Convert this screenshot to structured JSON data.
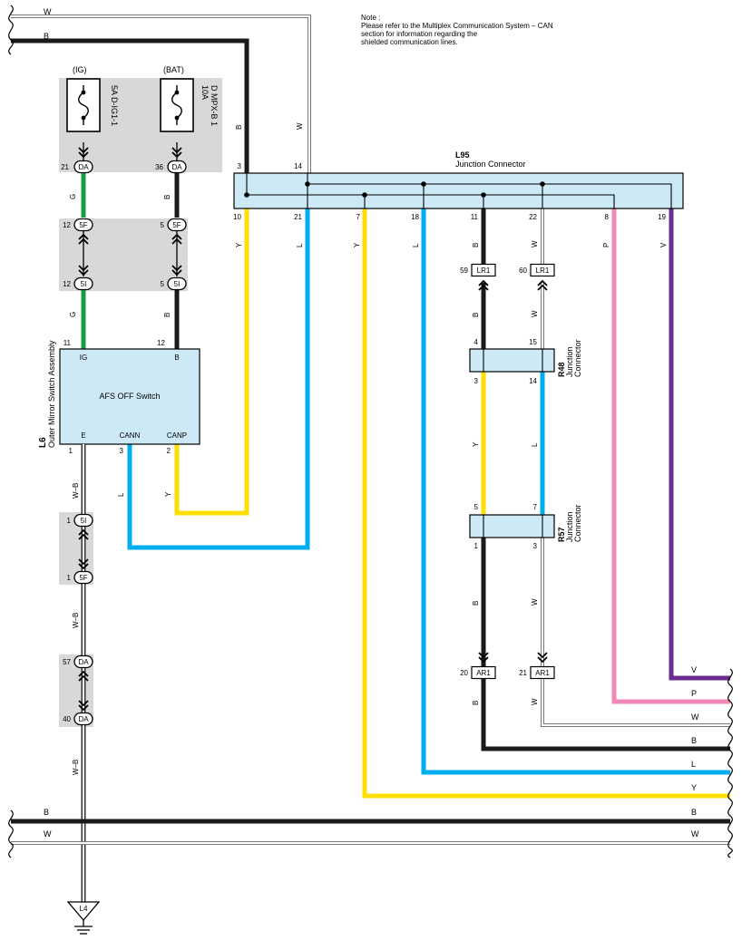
{
  "note": {
    "line1": "Note :",
    "line2": "Please refer to the Multiplex Communication System – CAN",
    "line3": "section for information regarding the",
    "line4": "shielded communication lines."
  },
  "colors": {
    "black": "#1a1a1a",
    "green": "#1a9b48",
    "yellow": "#ffdd00",
    "blue": "#00aeef",
    "pink": "#f088b8",
    "violet": "#6a2c91",
    "box_fill": "#cde9f6",
    "gray_panel": "#d8d8d8"
  },
  "top_wires": {
    "w": "W",
    "b": "B"
  },
  "fuses": {
    "ig_label": "(IG)",
    "bat_label": "(BAT)",
    "ig_name": "5A D-IG1-1",
    "bat_name_1": "10A",
    "bat_name_2": "D MPX-B 1"
  },
  "connectors": {
    "da": "DA",
    "f5": "5F",
    "i5": "5I",
    "lr1": "LR1",
    "ar1": "AR1"
  },
  "pins": {
    "da_ig": "21",
    "da_bat": "36",
    "f5_ig": "12",
    "f5_bat": "5",
    "i5_ig": "12",
    "i5_bat": "5",
    "sw_ig": "11",
    "sw_b": "12",
    "sw_e": "1",
    "sw_cann": "3",
    "sw_canp": "2",
    "i5_e": "1",
    "f5_e": "1",
    "da_e1": "57",
    "da_e2": "40",
    "l95_top_b": "3",
    "l95_top_w": "14",
    "l95_b1": "10",
    "l95_b2": "21",
    "l95_b3": "7",
    "l95_b4": "18",
    "l95_b5": "11",
    "l95_b6": "22",
    "l95_b7": "8",
    "l95_b8": "19",
    "lr1_b": "59",
    "lr1_w": "60",
    "r48_tl": "4",
    "r48_tr": "15",
    "r48_bl": "3",
    "r48_br": "14",
    "r57_tl": "5",
    "r57_tr": "7",
    "r57_bl": "1",
    "r57_br": "3",
    "ar1_b": "20",
    "ar1_w": "21"
  },
  "wire_labels": {
    "g": "G",
    "b": "B",
    "w": "W",
    "y": "Y",
    "l": "L",
    "p": "P",
    "v": "V",
    "wb": "W–B"
  },
  "junction_l95": {
    "code": "L95",
    "name": "Junction Connector"
  },
  "junction_r48": {
    "code": "R48",
    "name": "Junction",
    "name2": "Connector"
  },
  "junction_r57": {
    "code": "R57",
    "name": "Junction",
    "name2": "Connector"
  },
  "switch": {
    "code": "L6",
    "assembly": "Outer Mirror Switch Assembly",
    "name": "AFS OFF Switch",
    "ig": "IG",
    "b": "B",
    "e": "E",
    "cann": "CANN",
    "canp": "CANP"
  },
  "ground": {
    "label": "L4"
  },
  "right_exits": [
    "V",
    "P",
    "W",
    "B",
    "L",
    "Y"
  ],
  "bottom_wires": {
    "b": "B",
    "w": "W"
  }
}
